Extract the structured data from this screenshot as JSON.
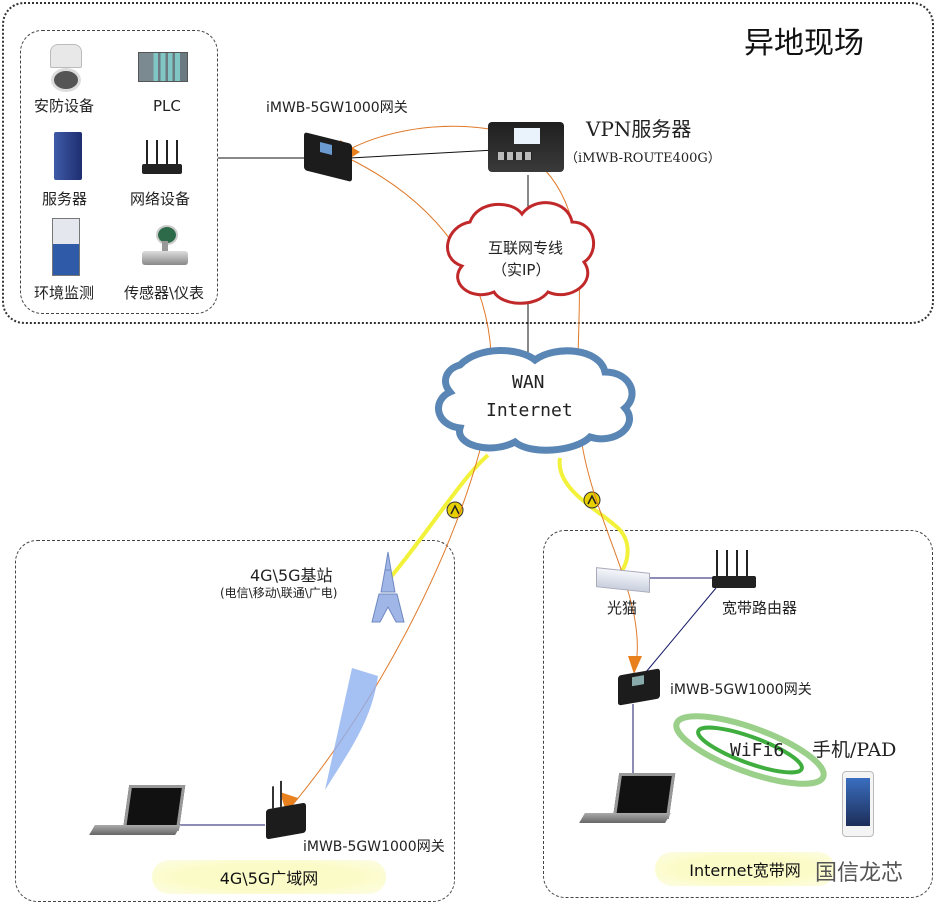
{
  "title": "异地现场",
  "remote_site": {
    "devices": [
      {
        "name": "安防设备",
        "icon": "camera-icon"
      },
      {
        "name": "PLC",
        "icon": "plc-icon"
      },
      {
        "name": "服务器",
        "icon": "server-icon"
      },
      {
        "name": "网络设备",
        "icon": "router-icon"
      },
      {
        "name": "环境监测",
        "icon": "env-monitor-icon"
      },
      {
        "name": "传感器\\仪表",
        "icon": "sensor-icon"
      }
    ],
    "gateway_label": "iMWB-5GW1000网关",
    "vpn_server_label": "VPN服务器",
    "vpn_server_model": "（iMWB-ROUTE400G）",
    "dedicated_line_label": "互联网专线",
    "dedicated_line_sub": "（实IP）"
  },
  "wan": {
    "line1": "WAN",
    "line2": "Internet"
  },
  "wireless_zone": {
    "base_station_label": "4G\\5G基站",
    "base_station_sub": "(电信\\移动\\联通\\广电)",
    "gateway_label": "iMWB-5GW1000网关",
    "zone_label": "4G\\5G广域网"
  },
  "broadband_zone": {
    "modem_label": "光猫",
    "router_label": "宽带路由器",
    "gateway_label": "iMWB-5GW1000网关",
    "wifi_label": "WiFi6",
    "mobile_label": "手机/PAD",
    "zone_label": "Internet宽带网"
  },
  "watermark": "国信龙芯",
  "colors": {
    "tunnel": "#e07a2a",
    "fiber": "#f2f23a",
    "dedicated_cloud": "#c0282a",
    "wan_cloud": "#5a86b5",
    "link": "#1a1a6a"
  }
}
